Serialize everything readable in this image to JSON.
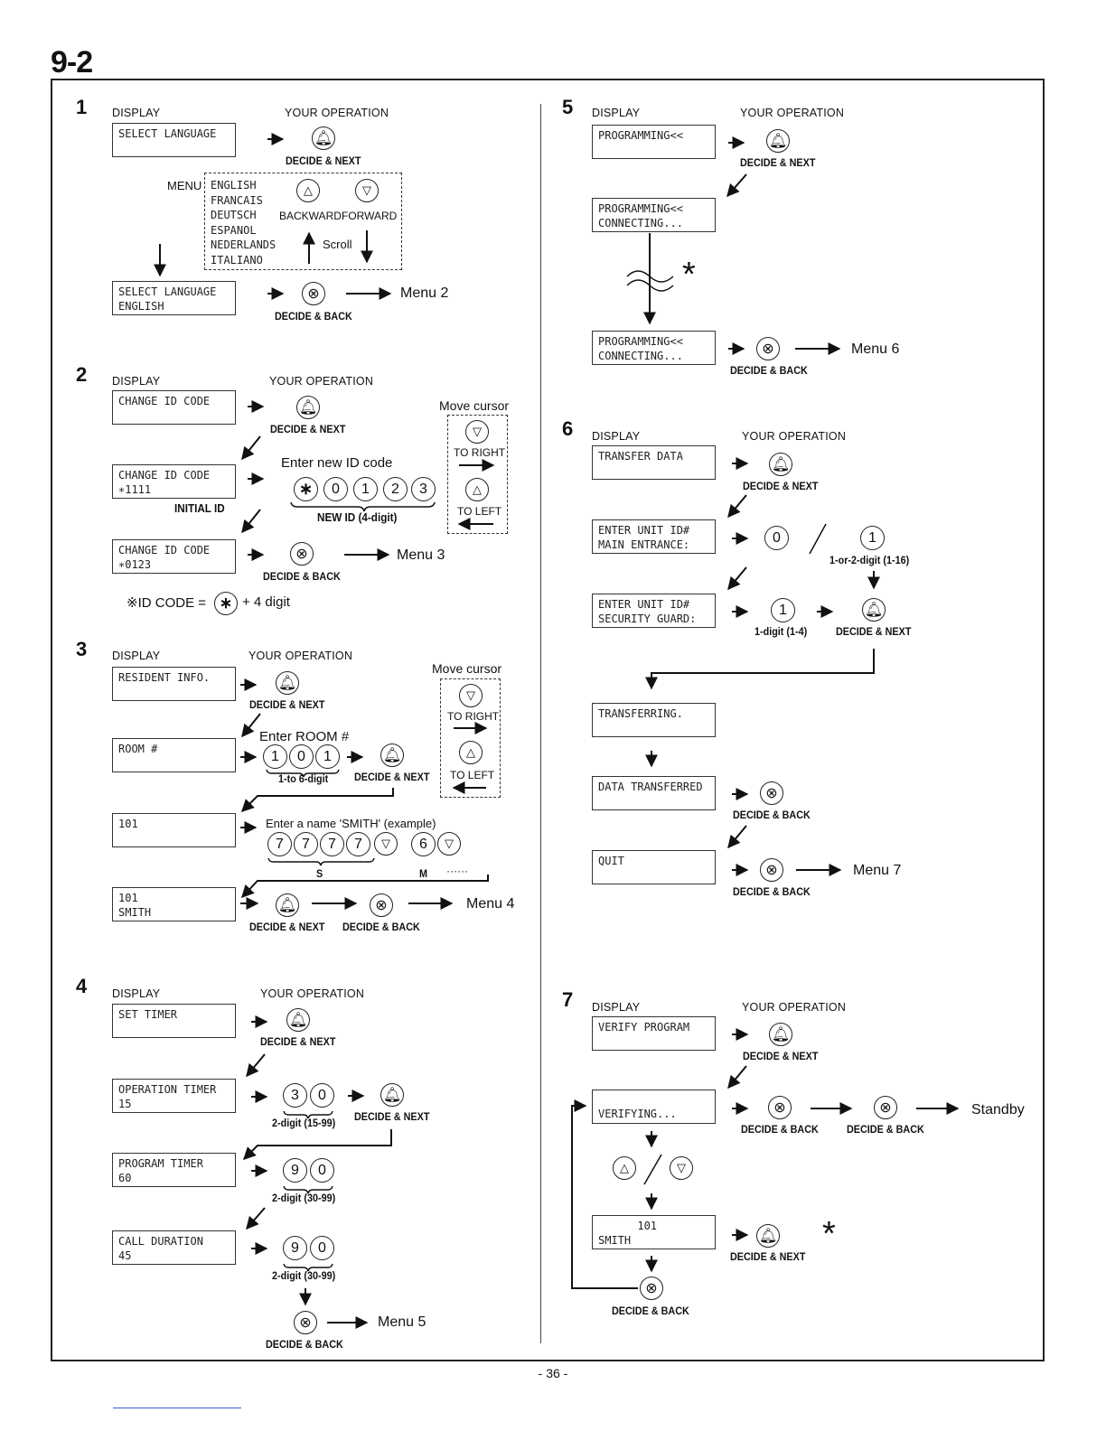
{
  "page_title": "9-2",
  "page_number": "- 36 -",
  "common": {
    "display": "DISPLAY",
    "your_operation": "YOUR OPERATION",
    "decide_next": "DECIDE & NEXT",
    "decide_back": "DECIDE & BACK",
    "move_cursor": "Move cursor",
    "to_right": "TO RIGHT",
    "to_left": "TO LEFT",
    "asterisk": "*"
  },
  "s1": {
    "num": "1",
    "lcd1": "SELECT LANGUAGE",
    "menu_label": "MENU",
    "languages": "ENGLISH\nFRANCAIS\nDEUTSCH\nESPANOL\nNEDERLANDS\nITALIANO",
    "backward": "BACKWARD",
    "forward": "FORWARD",
    "scroll": "Scroll",
    "lcd2": "SELECT LANGUAGE\nENGLISH",
    "next_menu": "Menu 2"
  },
  "s2": {
    "num": "2",
    "lcd1": "CHANGE ID CODE",
    "lcd2": "CHANGE ID CODE\n∗1111",
    "initial_id": "INITIAL ID",
    "enter_new": "Enter new ID code",
    "keys": [
      "∗",
      "0",
      "1",
      "2",
      "3"
    ],
    "new_id": "NEW ID (4-digit)",
    "lcd3": "CHANGE ID CODE\n∗0123",
    "next_menu": "Menu 3",
    "footnote_a": "※ID CODE =",
    "footnote_b": "+ 4 digit"
  },
  "s3": {
    "num": "3",
    "lcd1": "RESIDENT INFO.",
    "lcd2": "ROOM #",
    "enter_room": "Enter ROOM #",
    "room_keys": [
      "1",
      "0",
      "1"
    ],
    "digits": "1-to 6-digit",
    "lcd3": "101",
    "enter_name": "Enter a name 'SMITH' (example)",
    "name_keys": [
      "7",
      "7",
      "7",
      "7",
      "6"
    ],
    "s_label": "S",
    "m_label": "M",
    "dots": "······",
    "lcd4": "101\nSMITH",
    "next_menu": "Menu 4"
  },
  "s4": {
    "num": "4",
    "lcd1": "SET TIMER",
    "lcd2": "OPERATION TIMER\n15",
    "keys2": [
      "3",
      "0"
    ],
    "digits2": "2-digit (15-99)",
    "lcd3": "PROGRAM TIMER\n60",
    "keys3": [
      "9",
      "0"
    ],
    "digits3": "2-digit (30-99)",
    "lcd4": "CALL DURATION\n45",
    "keys4": [
      "9",
      "0"
    ],
    "digits4": "2-digit (30-99)",
    "next_menu": "Menu 5"
  },
  "s5": {
    "num": "5",
    "lcd1": "PROGRAMMING<<",
    "lcd2": "PROGRAMMING<<\nCONNECTING...",
    "lcd3": "PROGRAMMING<<\nCONNECTING...",
    "next_menu": "Menu 6"
  },
  "s6": {
    "num": "6",
    "lcd1": "TRANSFER DATA",
    "lcd2": "ENTER UNIT ID#\nMAIN ENTRANCE:",
    "key_a": "0",
    "key_b": "1",
    "digits_a": "1-or-2-digit (1-16)",
    "lcd3": "ENTER UNIT ID#\nSECURITY GUARD:",
    "key_c": "1",
    "digits_c": "1-digit (1-4)",
    "lcd4": "TRANSFERRING.",
    "lcd5": "DATA TRANSFERRED",
    "lcd6": "QUIT",
    "next_menu": "Menu 7"
  },
  "s7": {
    "num": "7",
    "lcd1": "VERIFY PROGRAM",
    "lcd2": "VERIFYING...",
    "standby": "Standby",
    "lcd3": "      101\nSMITH"
  }
}
